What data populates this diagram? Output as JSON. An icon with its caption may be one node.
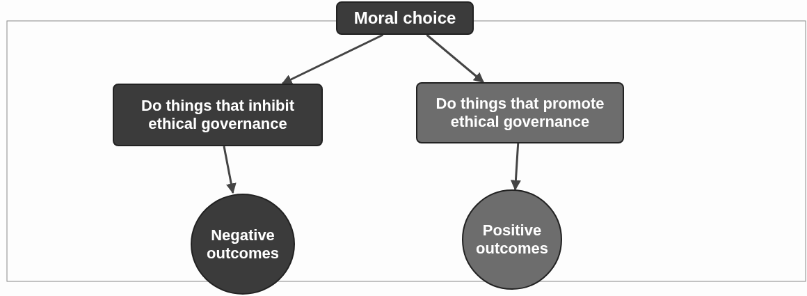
{
  "diagram": {
    "nodes": [
      {
        "text": [
          "Moral choice"
        ]
      },
      {
        "text": [
          "Do things that inhibit ethical governance"
        ]
      },
      {
        "text": [
          "Do things that promote ethical governance"
        ]
      },
      {
        "text": [
          "Negative outcomes"
        ]
      },
      {
        "text": [
          "Positive outcomes"
        ]
      }
    ],
    "edges": [
      {
        "from": 0,
        "to": 1,
        "arrow": "to"
      },
      {
        "from": 0,
        "to": 2,
        "arrow": "to"
      },
      {
        "from": 1,
        "to": 3,
        "arrow": "to"
      },
      {
        "from": 2,
        "to": 4,
        "arrow": "to"
      }
    ]
  }
}
